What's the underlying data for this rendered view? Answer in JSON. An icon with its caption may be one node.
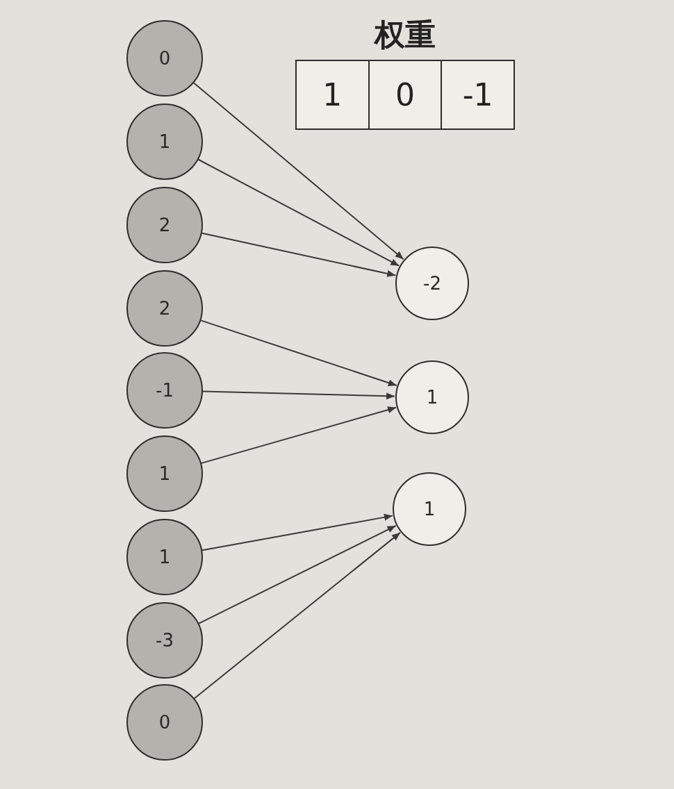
{
  "diagram": {
    "nodes": [
      {
        "text": [
          "0"
        ]
      },
      {
        "text": [
          "1"
        ]
      },
      {
        "text": [
          "2"
        ]
      },
      {
        "text": [
          "2"
        ]
      },
      {
        "text": [
          "-1"
        ]
      },
      {
        "text": [
          "1"
        ]
      },
      {
        "text": [
          "1"
        ]
      },
      {
        "text": [
          "-3"
        ]
      },
      {
        "text": [
          "0"
        ]
      },
      {
        "text": [
          "-2"
        ]
      },
      {
        "text": [
          "1"
        ]
      },
      {
        "text": [
          "1"
        ]
      }
    ],
    "edges": [
      {
        "from": 0,
        "to": 9,
        "arrow": "to"
      },
      {
        "from": 1,
        "to": 9,
        "arrow": "to"
      },
      {
        "from": 2,
        "to": 9,
        "arrow": "to"
      },
      {
        "from": 3,
        "to": 10,
        "arrow": "to"
      },
      {
        "from": 4,
        "to": 10,
        "arrow": "to"
      },
      {
        "from": 5,
        "to": 10,
        "arrow": "to"
      },
      {
        "from": 6,
        "to": 11,
        "arrow": "to"
      },
      {
        "from": 7,
        "to": 11,
        "arrow": "to"
      },
      {
        "from": 8,
        "to": 11,
        "arrow": "to"
      }
    ],
    "labels": [
      "权重",
      "1",
      "0",
      "-1"
    ]
  }
}
